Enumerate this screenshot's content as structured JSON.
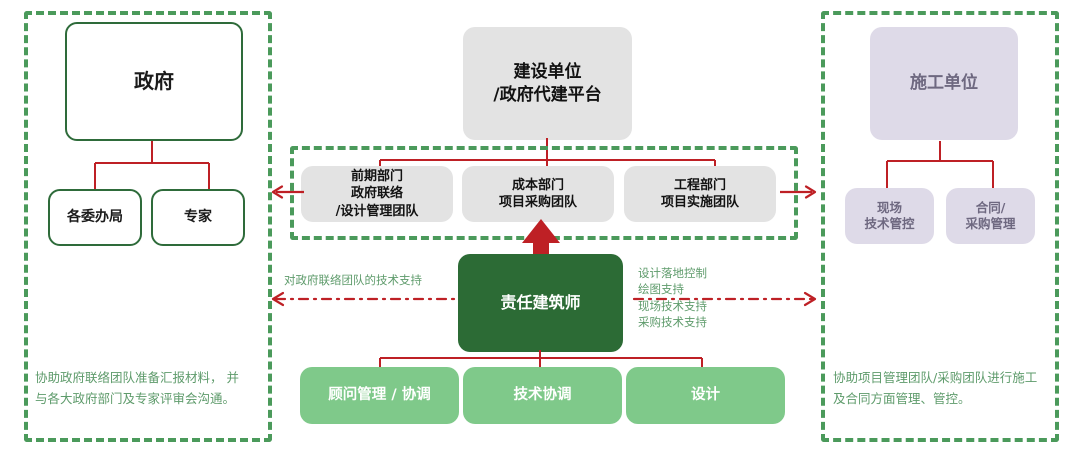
{
  "colors": {
    "frame_green": "#4B9A5B",
    "node_green_border": "#2E6B3A",
    "grey_fill": "#E3E3E3",
    "purple_fill": "#DEDAE8",
    "dark_green": "#2C6B35",
    "light_green": "#7FC98A",
    "connector_red": "#BE2025",
    "caption_green": "#5E9B6B"
  },
  "left_panel": {
    "root": {
      "label": "政府"
    },
    "children": [
      {
        "label": "各委办局"
      },
      {
        "label": "专家"
      }
    ],
    "caption": "协助政府联络团队准备汇报材料，  并\n与各大政府部门及专家评审会沟通。"
  },
  "center_panel": {
    "root": {
      "label": "建设单位\n/政府代建平台"
    },
    "departments": [
      {
        "label": "前期部门\n政府联络\n/设计管理团队"
      },
      {
        "label": "成本部门\n项目采购团队"
      },
      {
        "label": "工程部门\n项目实施团队"
      }
    ],
    "architect": {
      "label": "责任建筑师"
    },
    "architect_children": [
      {
        "label": "顾问管理 /  协调"
      },
      {
        "label": "技术协调"
      },
      {
        "label": "设计"
      }
    ],
    "annotation_left": "对政府联络团队的技术支持",
    "annotation_right": "设计落地控制\n绘图支持\n现场技术支持\n采购技术支持"
  },
  "right_panel": {
    "root": {
      "label": "施工单位"
    },
    "children": [
      {
        "label": "现场\n技术管控"
      },
      {
        "label": "合同/\n采购管理"
      }
    ],
    "caption": "协助项目管理团队/采购团队进行施工\n及合同方面管理、管控。"
  }
}
